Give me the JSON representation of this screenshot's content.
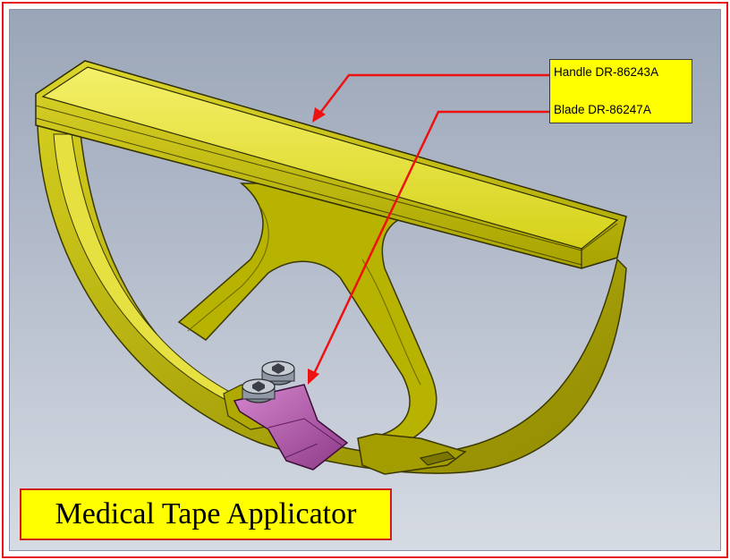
{
  "callouts": [
    {
      "label": "Handle  DR-86243A"
    },
    {
      "label": "Blade  DR-86247A"
    }
  ],
  "title": "Medical Tape Applicator",
  "colors": {
    "frame": "#e8141c",
    "part_body": "#c9c400",
    "blade": "#b24fa8",
    "label_bg": "#ffff00",
    "leader": "#ee1111"
  }
}
